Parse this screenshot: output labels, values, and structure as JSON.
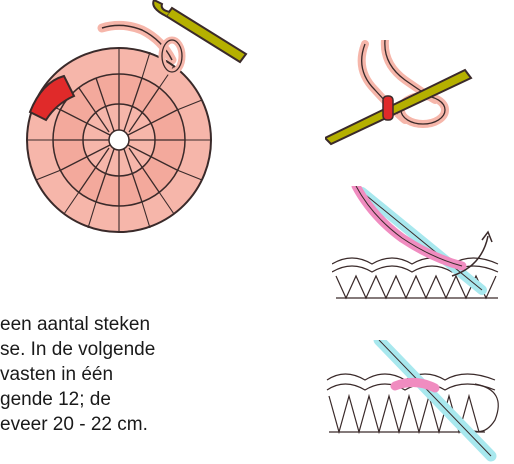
{
  "text_lines": [
    "een aantal steken",
    "se. In de volgende",
    "vasten in één",
    "gende 12; de",
    "eveer 20 - 22 cm."
  ],
  "colors": {
    "yarn": "#f6b6aa",
    "hook": "#b5b000",
    "marker": "#e02a2a",
    "outline": "#3a2a2a",
    "cyan": "#a8e8ee",
    "pink": "#f08cc0"
  }
}
